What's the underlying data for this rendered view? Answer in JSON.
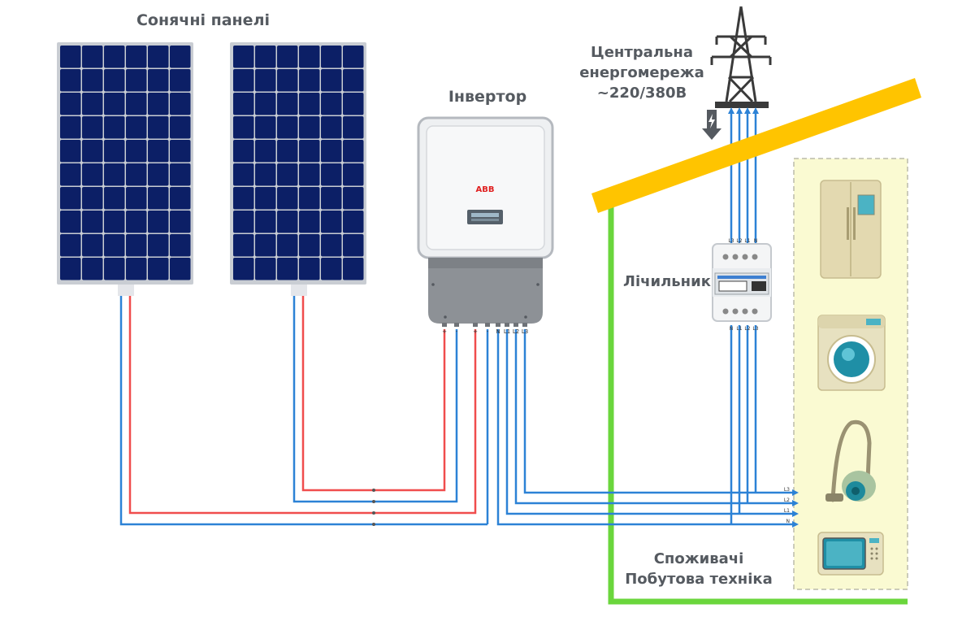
{
  "labels": {
    "solar_panels": "Сонячні панелі",
    "inverter": "Інвертор",
    "grid_line1": "Центральна",
    "grid_line2": "енергомережа",
    "grid_line3": "~220/380В",
    "meter": "Лічильник",
    "consumers_line1": "Споживачі",
    "consumers_line2": "Побутова техніка"
  },
  "inverter_brand": "ABB",
  "phase_terminals": {
    "inverter": [
      "N",
      "L1",
      "L2",
      "L3"
    ],
    "meter_top": [
      "L3",
      "L2",
      "L1",
      "N"
    ],
    "meter_bottom": [
      "N",
      "L1",
      "L2",
      "L3"
    ],
    "consumer_inputs": [
      "L3",
      "L2",
      "L1",
      "N"
    ]
  },
  "colors": {
    "panel_cell": "#0c1f66",
    "panel_frame": "#c9cdd3",
    "positive_wire": "#f04d4d",
    "negative_wire": "#2c82d6",
    "roof": "#ffc400",
    "ground_line": "#6ad63c",
    "consumer_panel": "#fafad2",
    "label_text": "#555a60"
  }
}
